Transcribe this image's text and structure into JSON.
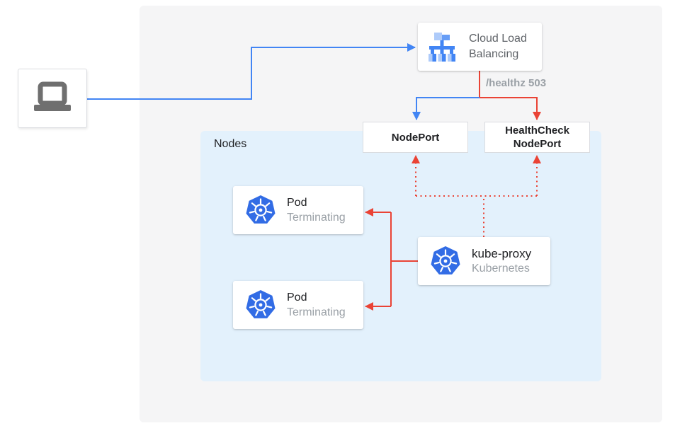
{
  "diagram": {
    "nodes_panel_label": "Nodes",
    "cloud_load_balancing": {
      "line1": "Cloud Load",
      "line2": "Balancing"
    },
    "healthz_badge": "/healthz 503",
    "nodeport_label": "NodePort",
    "healthcheck_nodeport": {
      "line1": "HealthCheck",
      "line2": "NodePort"
    },
    "pods": [
      {
        "title": "Pod",
        "status": "Terminating"
      },
      {
        "title": "Pod",
        "status": "Terminating"
      }
    ],
    "kube_proxy": {
      "title": "kube-proxy",
      "subtitle": "Kubernetes"
    }
  },
  "icons": {
    "client": "laptop-icon",
    "cloud_load_balancing": "cloud-load-balancing-icon",
    "pod": "kubernetes-icon",
    "kube_proxy": "kubernetes-icon"
  },
  "edges": [
    {
      "from": "client",
      "to": "cloud_load_balancing",
      "style": "solid",
      "color": "#4285f4",
      "arrow": "into cloud_load_balancing"
    },
    {
      "from": "cloud_load_balancing",
      "to": "nodeport",
      "style": "solid",
      "color": "#4285f4",
      "arrow": "into nodeport"
    },
    {
      "from": "cloud_load_balancing",
      "to": "healthcheck_nodeport",
      "style": "solid",
      "color": "#ea4335",
      "label": "/healthz 503",
      "arrow": "into healthcheck_nodeport"
    },
    {
      "from": "kube_proxy",
      "to": "nodeport",
      "style": "dotted",
      "color": "#ea4335",
      "arrow": "into nodeport bottom"
    },
    {
      "from": "kube_proxy",
      "to": "healthcheck_nodeport",
      "style": "dotted",
      "color": "#ea4335",
      "arrow": "into healthcheck_nodeport bottom"
    },
    {
      "from": "kube_proxy",
      "to": "pod_1",
      "style": "solid",
      "color": "#ea4335",
      "arrow": "into pod_1"
    },
    {
      "from": "kube_proxy",
      "to": "pod_2",
      "style": "solid",
      "color": "#ea4335",
      "arrow": "into pod_2"
    }
  ],
  "colors": {
    "blue": "#4285f4",
    "red": "#ea4335",
    "outer_panel": "#f5f5f6",
    "nodes_panel": "#e3f1fc",
    "box_border": "#dadce0",
    "text_dark": "#202124",
    "text_gray": "#5f6368",
    "text_light": "#9aa0a6",
    "icon_gray": "#6f6f6f",
    "k8s_blue": "#326ce5",
    "lb_icon_blue": "#4285f4",
    "lb_icon_light": "#aecbfa",
    "lb_icon_mid": "#669df6"
  }
}
